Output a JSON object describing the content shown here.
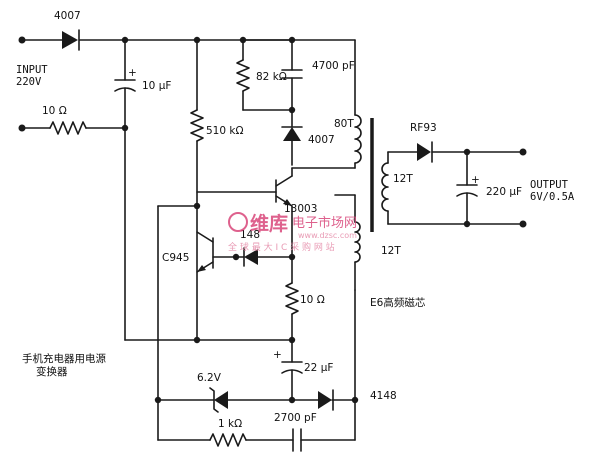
{
  "labels": {
    "d1": "4007",
    "input_line1": "INPUT",
    "input_line2": "220V",
    "cap_in": "10 µF",
    "res_in": "10 Ω",
    "res_82k": "82 kΩ",
    "cap_4700": "4700 pF",
    "res_510k": "510 kΩ",
    "d2": "4007",
    "coil_80t": "80T",
    "q1": "13003",
    "q2": "C945",
    "d3": "148",
    "res_10e": "10 Ω",
    "coil_12t_primary": "12T",
    "rf93": "RF93",
    "coil_12t_secondary": "12T",
    "cap_out": "220 µF",
    "output_line1": "OUTPUT",
    "output_line2": "6V/0.5A",
    "core": "E6高频磁芯",
    "title_line1": "手机充电器用电源",
    "title_line2": "变换器",
    "cap_22": "22 µF",
    "zener": "6.2V",
    "d4": "4148",
    "cap_2700": "2700 pF",
    "res_1k": "1 kΩ",
    "plus": "+"
  },
  "watermark": {
    "brand": "维库",
    "title": "电子市场网",
    "url": "www.dzsc.com",
    "slogan": "全 球 最 大 I C 采 购 网 站"
  }
}
